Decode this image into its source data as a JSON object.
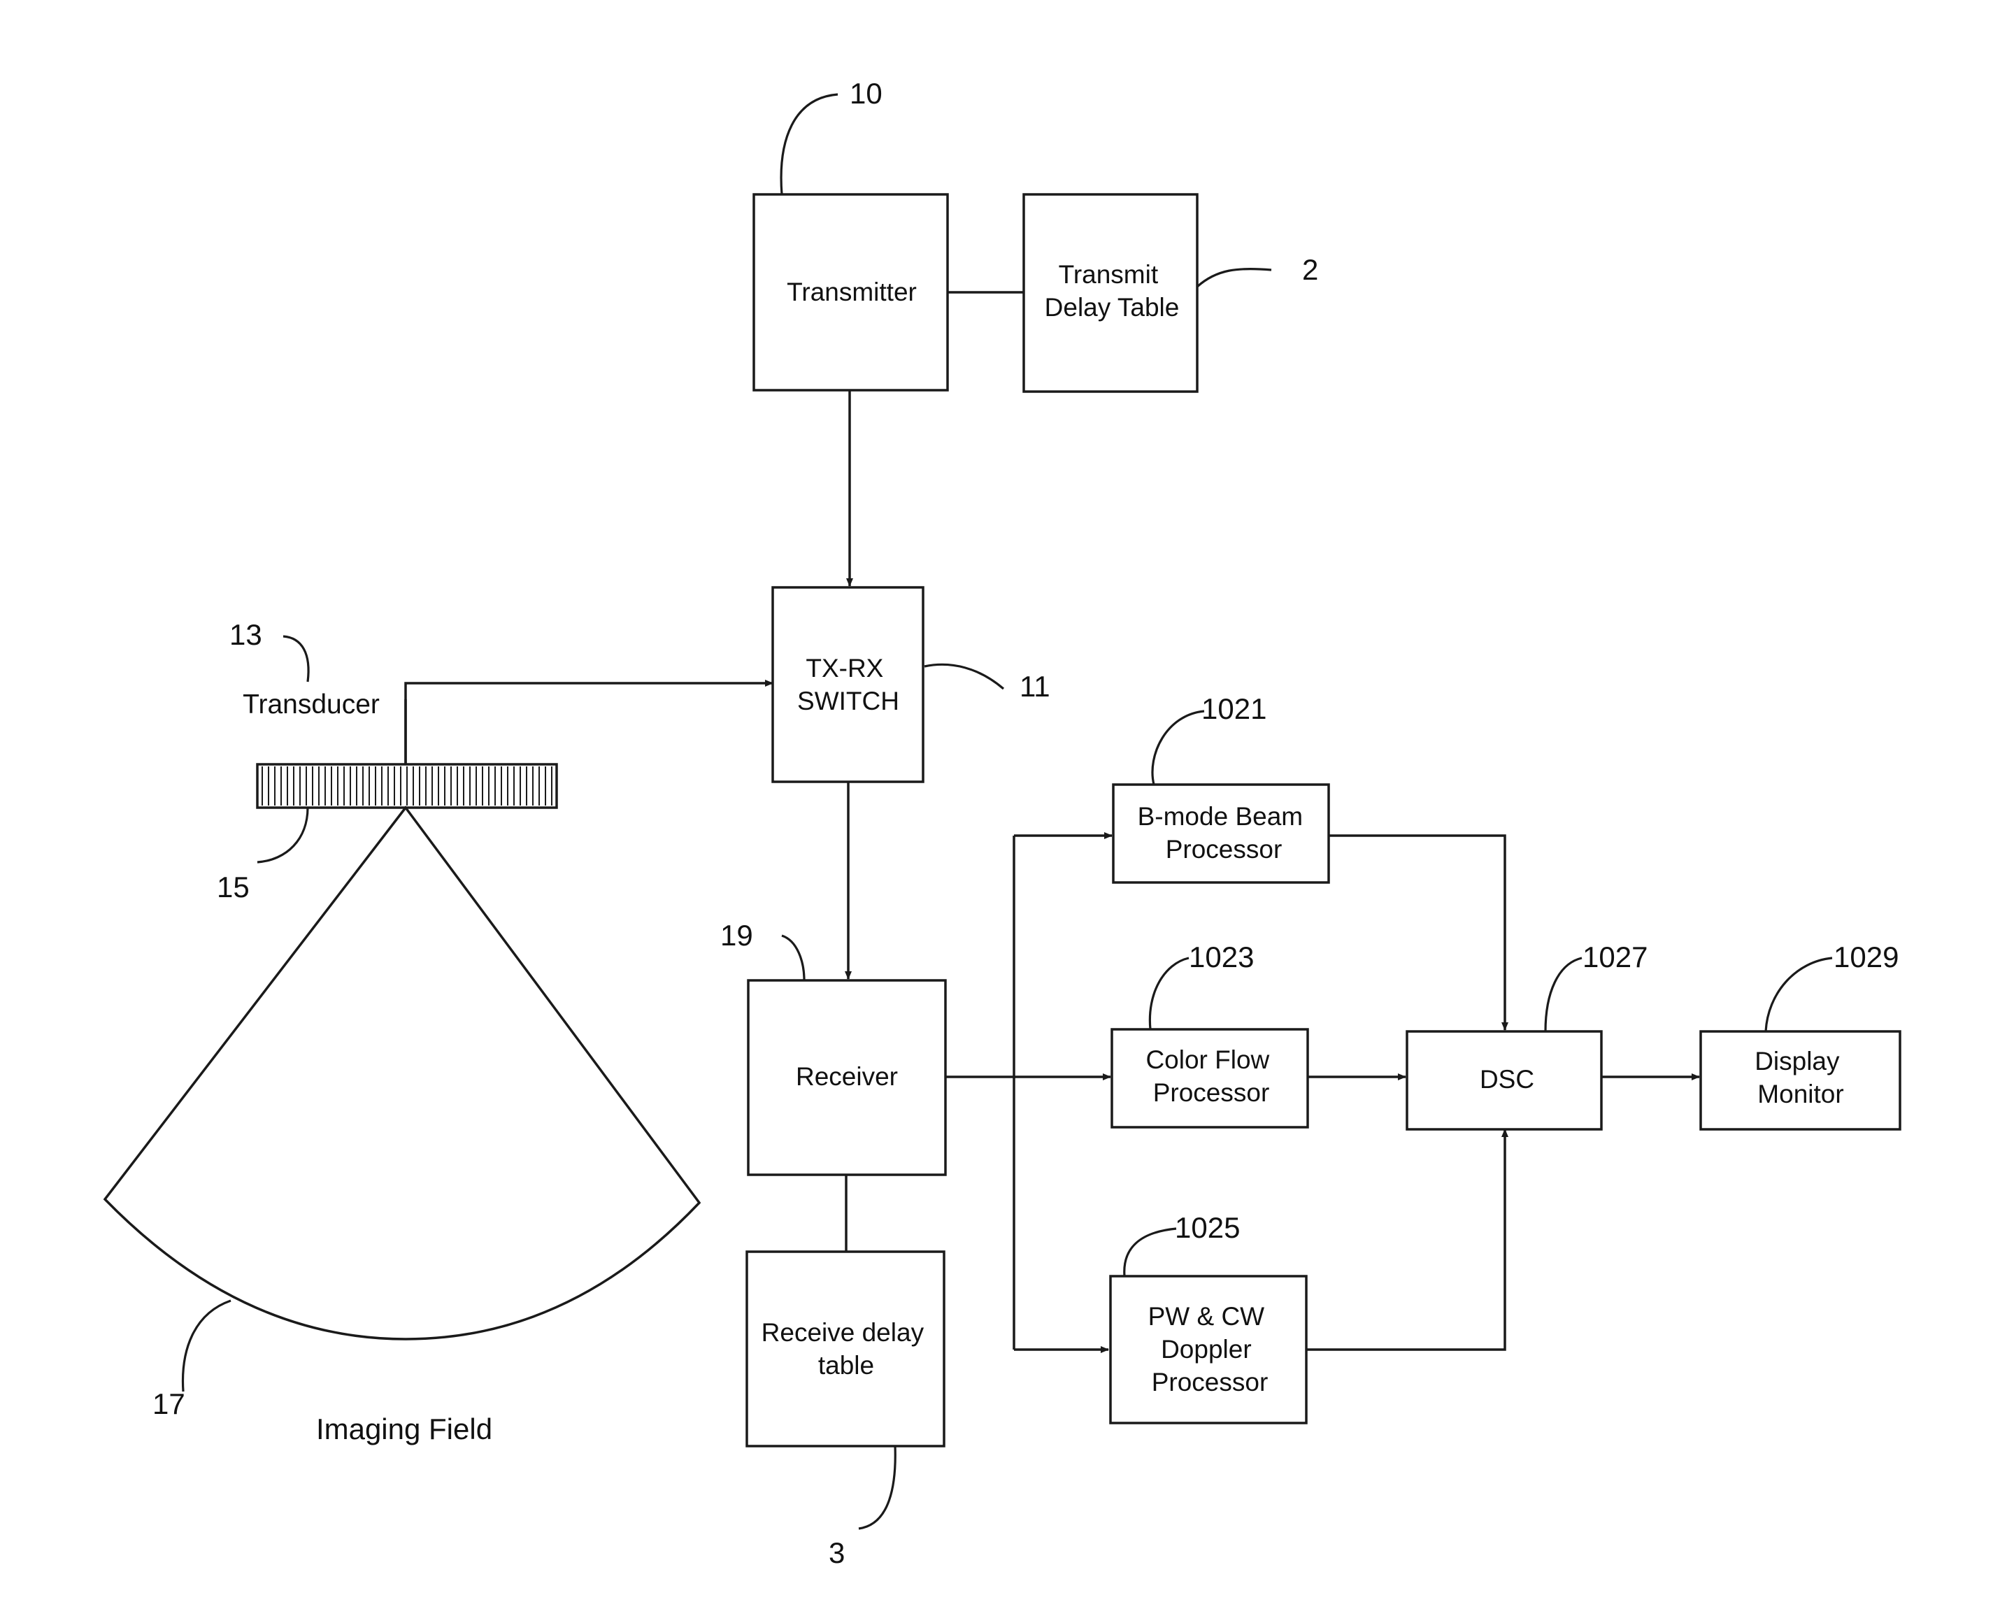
{
  "blocks": {
    "transmitter": {
      "lines": [
        "Transmitter"
      ]
    },
    "transmit_delay_table": {
      "lines": [
        "Transmit",
        "Delay Table"
      ]
    },
    "tx_rx_switch": {
      "lines": [
        "TX-RX",
        "SWITCH"
      ]
    },
    "receiver": {
      "lines": [
        "Receiver"
      ]
    },
    "receive_delay_table": {
      "lines": [
        "Receive delay",
        "table"
      ]
    },
    "bmode_beam_processor": {
      "lines": [
        "B-mode Beam",
        "Processor"
      ]
    },
    "color_flow_processor": {
      "lines": [
        "Color Flow",
        "Processor"
      ]
    },
    "doppler_processor": {
      "lines": [
        "PW & CW",
        "Doppler",
        "Processor"
      ]
    },
    "dsc": {
      "lines": [
        "DSC"
      ]
    },
    "display_monitor": {
      "lines": [
        "Display",
        "Monitor"
      ]
    }
  },
  "labels": {
    "transducer": "Transducer",
    "imaging_field": "Imaging Field"
  },
  "reference_numerals": {
    "transmitter": "10",
    "transmit_delay_table": "2",
    "tx_rx_switch": "11",
    "transducer": "13",
    "transducer_array": "15",
    "imaging_field": "17",
    "receiver": "19",
    "receive_delay_table": "3",
    "bmode_beam_processor": "1021",
    "color_flow_processor": "1023",
    "doppler_processor": "1025",
    "dsc": "1027",
    "display_monitor": "1029"
  },
  "colors": {
    "line": "#1a1a1a",
    "text": "#111111",
    "background": "#ffffff"
  }
}
